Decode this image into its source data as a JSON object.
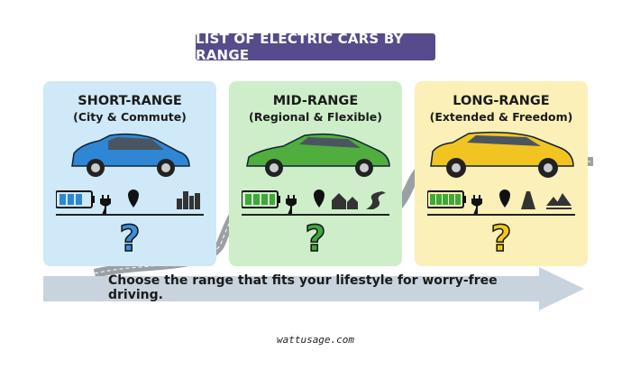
{
  "title": "LIST OF ELECTRIC CARS BY RANGE",
  "cards": [
    {
      "name": "short-range",
      "heading": "SHORT-RANGE",
      "subheading": "(City & Commute)",
      "bg": "#cfe9f8",
      "car_color": "#2f86d4",
      "accent": "#3a8fd8",
      "battery_bars": 3,
      "icons": [
        "battery-icon",
        "plug-icon",
        "location-pin-icon",
        "city-skyline-icon"
      ],
      "question": "?"
    },
    {
      "name": "mid-range",
      "heading": "MID-RANGE",
      "subheading": "(Regional & Flexible)",
      "bg": "#cdeec9",
      "car_color": "#4fae3e",
      "accent": "#3fa83a",
      "battery_bars": 4,
      "icons": [
        "battery-icon",
        "plug-icon",
        "location-pin-icon",
        "houses-icon",
        "winding-road-icon"
      ],
      "question": "?"
    },
    {
      "name": "long-range",
      "heading": "LONG-RANGE",
      "subheading": "(Extended & Freedom)",
      "bg": "#fbf0b8",
      "car_color": "#f2c422",
      "accent": "#f5c816",
      "battery_bars": 5,
      "icons": [
        "battery-icon",
        "plug-icon",
        "location-pin-icon",
        "highway-icon",
        "mountains-icon"
      ],
      "question": "?"
    }
  ],
  "banner": "Choose the range that fits your lifestyle for worry-free driving.",
  "footer": "wattusage.com"
}
